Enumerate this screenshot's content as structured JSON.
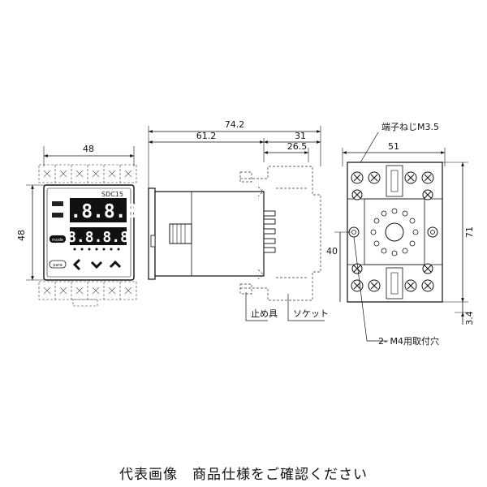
{
  "caption": "代表画像　商品仕様をご確認ください",
  "front_view": {
    "width_dim": "48",
    "height_dim": "48",
    "model_label": "SDC15",
    "display_upper": "8.8.8.8",
    "display_lower": "8.8.8.8",
    "mode_button": "mode",
    "para_button": "para"
  },
  "side_view": {
    "overall_length_dim": "74.2",
    "body_length_dim": "61.2",
    "socket_dim": "31",
    "socket_inner_dim": "26.5",
    "stopper_label": "止め具",
    "socket_label": "ソケット"
  },
  "socket_view": {
    "terminal_screw_label": "端子ねじM3.5",
    "width_dim": "51",
    "height_dim": "71",
    "hole_spacing_dim": "40",
    "bottom_offset_dim": "3.4",
    "mounting_hole_label": "2- M4用取付穴"
  }
}
